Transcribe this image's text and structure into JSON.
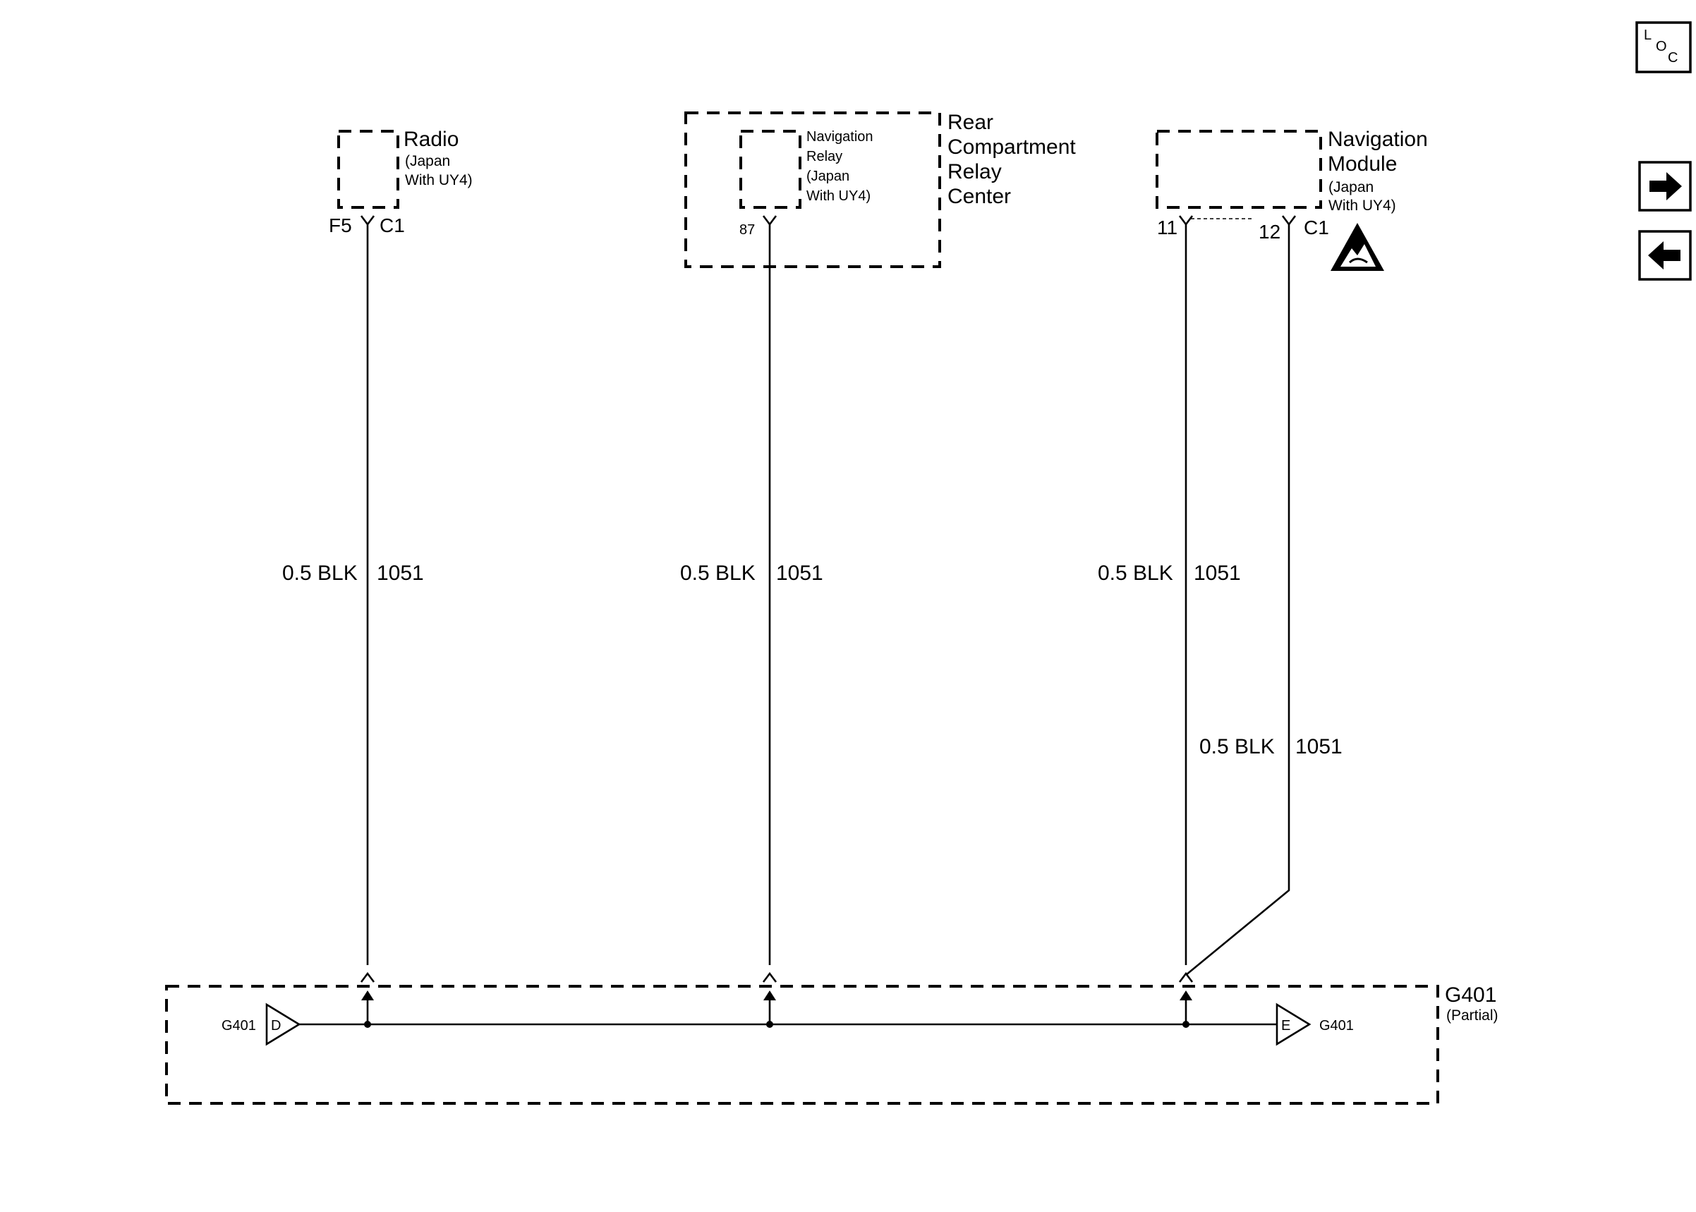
{
  "components": {
    "radio": {
      "name": "Radio",
      "note_line1": "(Japan",
      "note_line2": "With UY4)",
      "pin": "F5",
      "connector": "C1"
    },
    "rear_compartment": {
      "line1": "Rear",
      "line2": "Compartment",
      "line3": "Relay",
      "line4": "Center"
    },
    "nav_relay": {
      "line1": "Navigation",
      "line2": "Relay",
      "line3": "(Japan",
      "line4": "With UY4)",
      "pin": "87"
    },
    "nav_module": {
      "line1": "Navigation",
      "line2": "Module",
      "line3": "(Japan",
      "line4": "With UY4)",
      "pin_a": "11",
      "pin_b": "12",
      "connector": "C1"
    }
  },
  "wires": [
    {
      "size_color": "0.5 BLK",
      "circuit": "1051"
    },
    {
      "size_color": "0.5 BLK",
      "circuit": "1051"
    },
    {
      "size_color": "0.5 BLK",
      "circuit": "1051"
    },
    {
      "size_color": "0.5 BLK",
      "circuit": "1051"
    }
  ],
  "ground": {
    "name": "G401",
    "note": "(Partial)",
    "left_ref": {
      "label": "G401",
      "letter": "D"
    },
    "right_ref": {
      "label": "G401",
      "letter": "E"
    }
  },
  "nav_buttons": {
    "loc": {
      "l": "L",
      "o": "O",
      "c": "C"
    }
  },
  "icons": [
    "loc-icon",
    "arrow-right-icon",
    "arrow-left-icon",
    "esd-warning-icon"
  ]
}
